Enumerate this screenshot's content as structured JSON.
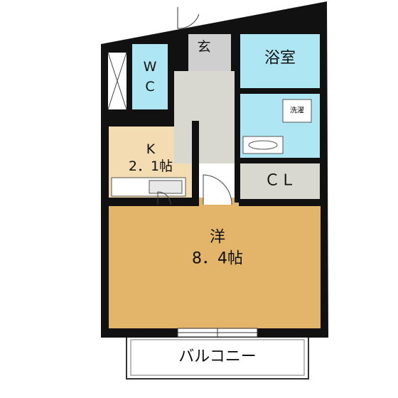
{
  "colors": {
    "wall": "#111111",
    "western_room": "#e3b56a",
    "kitchen": "#f3dcb1",
    "bathroom": "#aee6f4",
    "wc": "#aee6f4",
    "hall": "#d8d8d0",
    "closet": "#d8d8d0",
    "entrance": "#cfcfcf",
    "balcony": "#ffffff"
  },
  "rooms": {
    "western": {
      "name": "洋",
      "size": "8．4帖"
    },
    "kitchen": {
      "letter": "K",
      "size": "2．1帖"
    },
    "bathroom": {
      "name": "浴室"
    },
    "laundry": {
      "name": "洗濯"
    },
    "wc": {
      "line1": "W",
      "line2": "C"
    },
    "entrance": {
      "name": "玄"
    },
    "closet": {
      "name": "ＣＬ"
    },
    "balcony": {
      "name": "バルコニー"
    }
  }
}
